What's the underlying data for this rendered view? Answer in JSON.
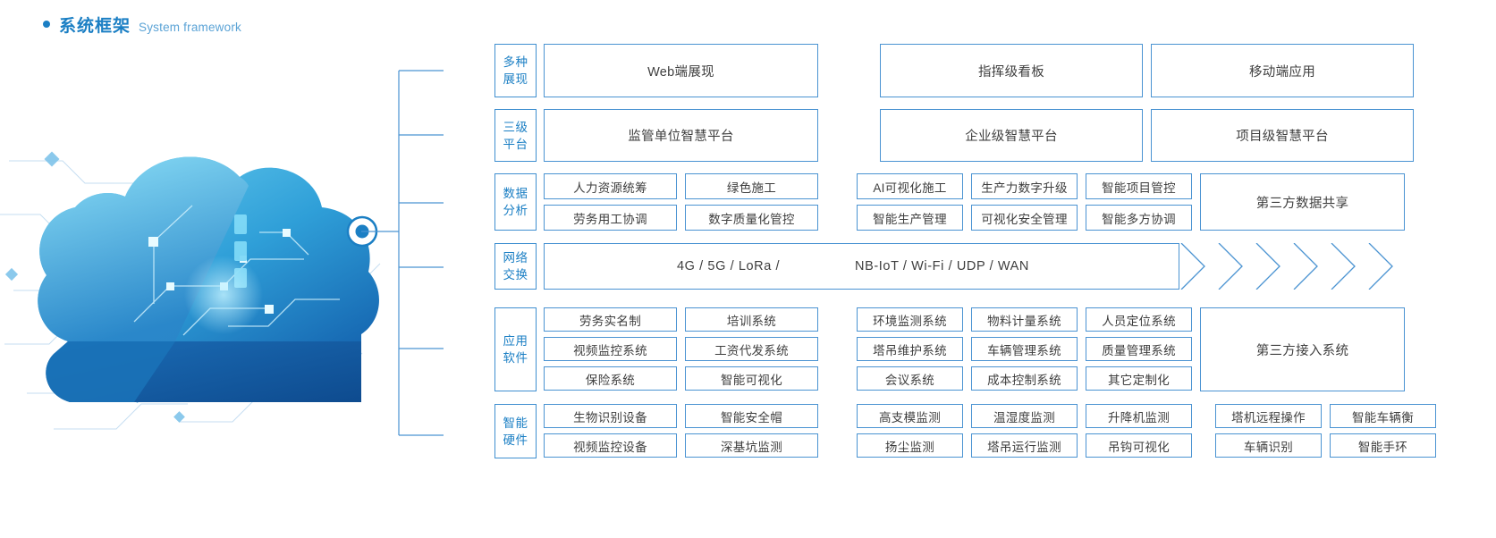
{
  "header": {
    "title_cn": "系统框架",
    "title_en": "System framework"
  },
  "theme": {
    "accent": "#1b7fc4",
    "border": "#4a93d2",
    "text": "#3e3e3e"
  },
  "rows": [
    {
      "label": [
        "多种",
        "展现"
      ],
      "cells": [
        "Web端展现",
        "指挥级看板",
        "移动端应用"
      ]
    },
    {
      "label": [
        "三级",
        "平台"
      ],
      "cells": [
        "监管单位智慧平台",
        "企业级智慧平台",
        "项目级智慧平台"
      ]
    },
    {
      "label": [
        "数据",
        "分析"
      ],
      "left": [
        [
          "人力资源统筹",
          "绿色施工"
        ],
        [
          "劳务用工协调",
          "数字质量化管控"
        ]
      ],
      "right": [
        [
          "AI可视化施工",
          "生产力数字升级",
          "智能项目管控"
        ],
        [
          "智能生产管理",
          "可视化安全管理",
          "智能多方协调"
        ]
      ],
      "third": "第三方数据共享"
    },
    {
      "label": [
        "网络",
        "交换"
      ],
      "net_a": "4G / 5G / LoRa /",
      "net_b": "NB-IoT / Wi-Fi / UDP / WAN"
    },
    {
      "label": [
        "应用",
        "软件"
      ],
      "left": [
        [
          "劳务实名制",
          "培训系统"
        ],
        [
          "视频监控系统",
          "工资代发系统"
        ],
        [
          "保险系统",
          "智能可视化"
        ]
      ],
      "right": [
        [
          "环境监测系统",
          "物料计量系统",
          "人员定位系统"
        ],
        [
          "塔吊维护系统",
          "车辆管理系统",
          "质量管理系统"
        ],
        [
          "会议系统",
          "成本控制系统",
          "其它定制化"
        ]
      ],
      "third": "第三方接入系统"
    },
    {
      "label": [
        "智能",
        "硬件"
      ],
      "left": [
        [
          "生物识别设备",
          "智能安全帽"
        ],
        [
          "视频监控设备",
          "深基坑监测"
        ]
      ],
      "right": [
        [
          "高支模监测",
          "温湿度监测",
          "升降机监测"
        ],
        [
          "扬尘监测",
          "塔吊运行监测",
          "吊钩可视化"
        ]
      ],
      "extra": [
        [
          "塔机远程操作",
          "智能车辆衡"
        ],
        [
          "车辆识别",
          "智能手环"
        ]
      ]
    }
  ],
  "icons": {
    "bullet": "bullet-dot",
    "cloud": "cloud-illustration",
    "node": "network-node-marker",
    "chevron": "chevron-right-arrow"
  }
}
